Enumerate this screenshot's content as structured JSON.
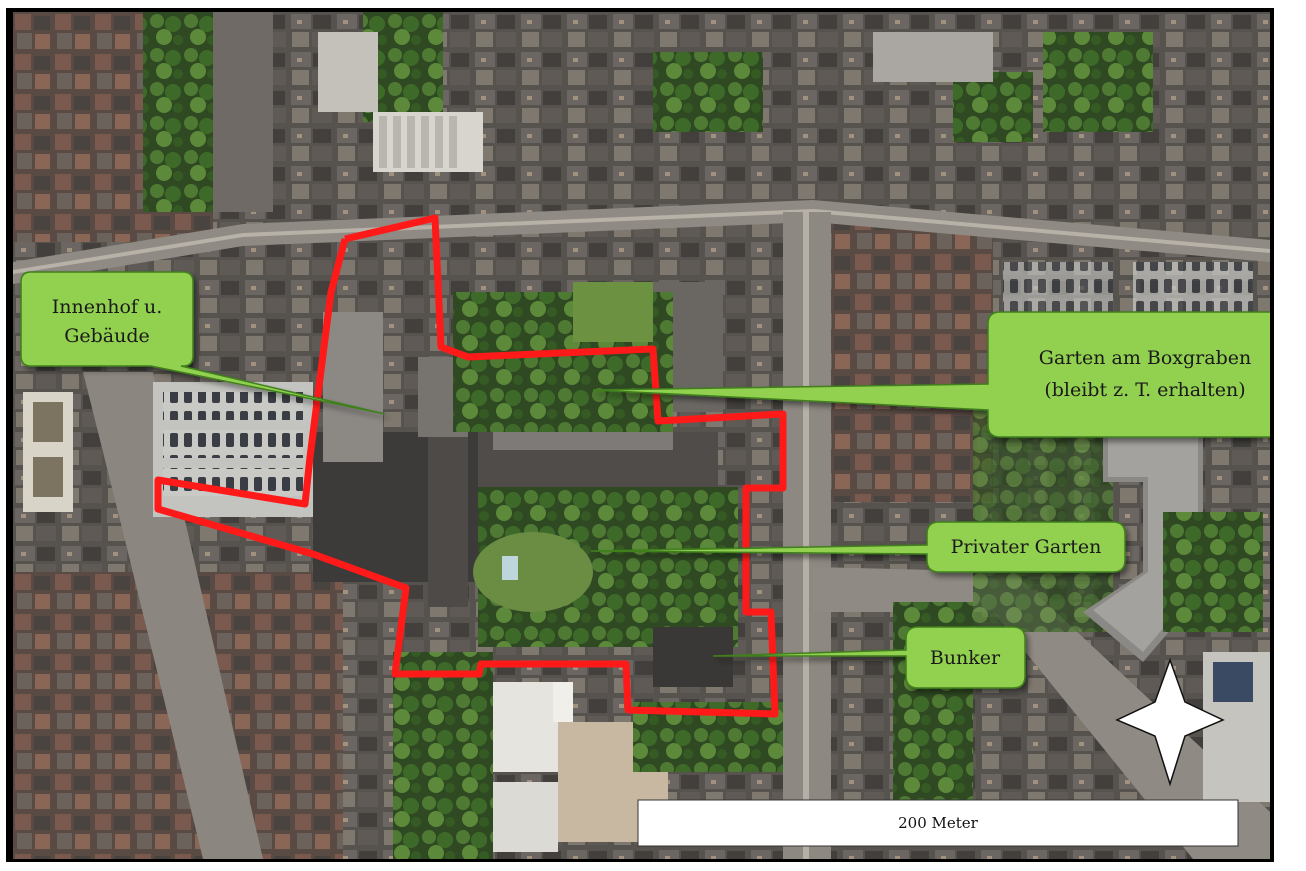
{
  "map": {
    "colors": {
      "boundary": "#ff1a1a",
      "callout_fill": "#92d050",
      "callout_stroke": "#3f7f1f",
      "frame": "#000000"
    },
    "labels": {
      "innenhof_line1": "Innenhof u.",
      "innenhof_line2": "Gebäude",
      "garten_boxgraben_line1": "Garten am Boxgraben",
      "garten_boxgraben_line2": "(bleibt z. T. erhalten)",
      "privater_garten": "Privater Garten",
      "bunker": "Bunker"
    },
    "scale_bar": {
      "label": "200 Meter"
    },
    "north_arrow": {
      "icon": "compass-star-icon"
    }
  }
}
